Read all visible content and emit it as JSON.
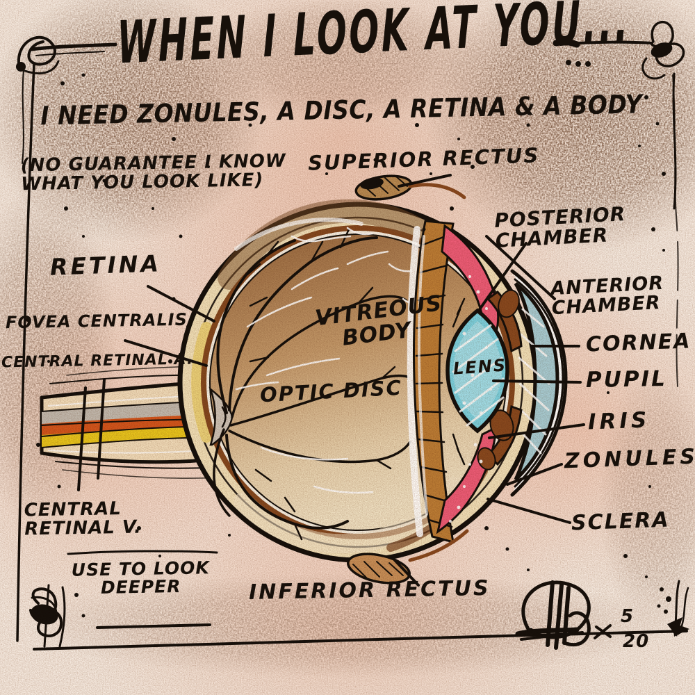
{
  "title": "WHEN I LOOK AT YOU...",
  "subtitle": "I NEED ZONULES, A DISC, A RETINA & A BODY",
  "note": "(NO GUARANTEE I KNOW\nWHAT YOU LOOK LIKE)",
  "signature": {
    "month": "5",
    "year": "20"
  },
  "labels": {
    "superior_rectus": "SUPERIOR RECTUS",
    "posterior_chamber": "POSTERIOR\nCHAMBER",
    "anterior_chamber": "ANTERIOR\nCHAMBER",
    "cornea": "CORNEA",
    "pupil": "PUPIL",
    "iris": "IRIS",
    "zonules": "ZONULES",
    "sclera": "SCLERA",
    "retina": "RETINA",
    "fovea_centralis": "FOVEA CENTRALIS",
    "central_retinal_artery": "CENTRAL RETINAL A.",
    "central_retinal_vein": "CENTRAL\nRETINAL V.",
    "use_to_look_deeper": "USE TO LOOK\nDEEPER",
    "vitreous_body": "VITREOUS\nBODY",
    "optic_disc": "OPTIC DISC",
    "lens": "LENS",
    "inferior_rectus": "INFERIOR RECTUS"
  },
  "colors": {
    "ink": "#17100a",
    "paper": "#f7ece2",
    "blush": "#eec0a6",
    "sclera_ring": "#f2e2ba",
    "choroid": "#86491e",
    "retina_dark": "#96653a",
    "retina_light": "#f0e2c4",
    "ciliary": "#bd7e35",
    "ciliary_muscle_pink": "#ee5d78",
    "iris_brown": "#8a4a1e",
    "lens_fill": "#7ed3e2",
    "cornea_fill": "#a9ced6",
    "nerve_sheath": "#f2debc",
    "nerve_grey": "#c3bbb0",
    "artery_orange": "#d4571c",
    "vein_yellow": "#e9c71d"
  }
}
